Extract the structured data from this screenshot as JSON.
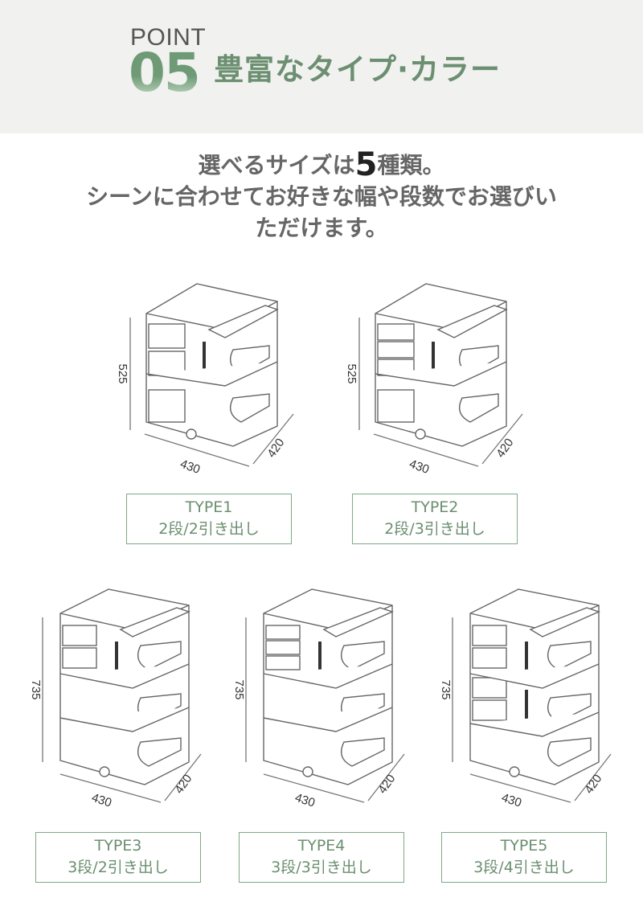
{
  "header": {
    "point_label": "POINT",
    "point_number": "05",
    "title": "豊富なタイプ·カラー"
  },
  "intro": {
    "line1_prefix": "選べるサイズは",
    "line1_number": "5",
    "line1_suffix": "種類。",
    "line2": "シーンに合わせてお好きな幅や段数でお選びい",
    "line3": "ただけます。"
  },
  "products": [
    {
      "name": "TYPE1",
      "spec": "2段/2引き出し",
      "height": "525",
      "width": "430",
      "depth": "420"
    },
    {
      "name": "TYPE2",
      "spec": "2段/3引き出し",
      "height": "525",
      "width": "430",
      "depth": "420"
    },
    {
      "name": "TYPE3",
      "spec": "3段/2引き出し",
      "height": "735",
      "width": "430",
      "depth": "420"
    },
    {
      "name": "TYPE4",
      "spec": "3段/3引き出し",
      "height": "735",
      "width": "430",
      "depth": "420"
    },
    {
      "name": "TYPE5",
      "spec": "3段/4引き出し",
      "height": "735",
      "width": "430",
      "depth": "420"
    }
  ],
  "colors": {
    "accent_green": "#6b8f70",
    "header_bg": "#f1f1f0",
    "label_border": "#7fa887"
  }
}
